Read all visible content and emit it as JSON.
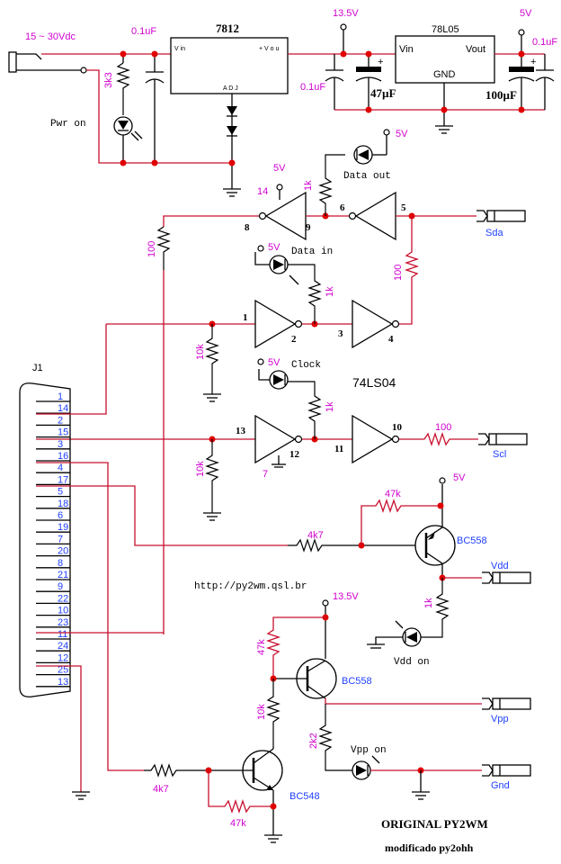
{
  "supply": {
    "input_label": "15 ~ 30Vdc",
    "cap1": "0.1uF",
    "reg1": "7812",
    "reg1_vin": "V in",
    "reg1_vout": "+ V o u",
    "reg1_adj": "A D J",
    "rail_13v5": "13.5V",
    "reg2": "78L05",
    "reg2_vin": "Vin",
    "reg2_vout": "Vout",
    "reg2_gnd": "GND",
    "rail_5v": "5V",
    "cap2": "0.1uF",
    "cap3": "0.1uF",
    "cap_47": "47µF",
    "cap_100": "100µF",
    "r_3k3": "3k3",
    "pwr_on": "Pwr on"
  },
  "gates": {
    "ic": "74LS04",
    "pins": [
      "1",
      "2",
      "3",
      "4",
      "5",
      "6",
      "8",
      "9",
      "10",
      "11",
      "12",
      "13"
    ],
    "pin14": "14",
    "pin7": "7",
    "v5": "5V",
    "data_out": "Data out",
    "data_in": "Data in",
    "clock": "Clock",
    "r_1k": "1k",
    "r_100": "100",
    "r_10k": "10k"
  },
  "connector": {
    "name": "J1",
    "pins": [
      "1",
      "14",
      "2",
      "15",
      "3",
      "16",
      "4",
      "17",
      "5",
      "18",
      "6",
      "19",
      "7",
      "20",
      "8",
      "21",
      "9",
      "22",
      "10",
      "23",
      "11",
      "24",
      "12",
      "25",
      "13"
    ]
  },
  "outputs": {
    "sda": "Sda",
    "scl": "Scl",
    "vdd": "Vdd",
    "vpp": "Vpp",
    "gnd": "Gnd"
  },
  "transistors": {
    "q1": "BC558",
    "q2": "BC558",
    "q3": "BC548",
    "r_47k": "47k",
    "r_4k7": "4k7",
    "r_10k": "10k",
    "r_2k2": "2k2",
    "r_1k": "1k",
    "v5": "5V",
    "v13": "13.5V",
    "vdd_on": "Vdd on",
    "vpp_on": "Vpp on"
  },
  "url": "http://py2wm.qsl.br",
  "credit_1": "ORIGINAL PY2WM",
  "credit_2": "modificado py2ohh",
  "colors": {
    "wire_red": "#c8102e",
    "label_magenta": "#d000d0",
    "label_blue": "#2040ff",
    "junction": "#e00000"
  }
}
